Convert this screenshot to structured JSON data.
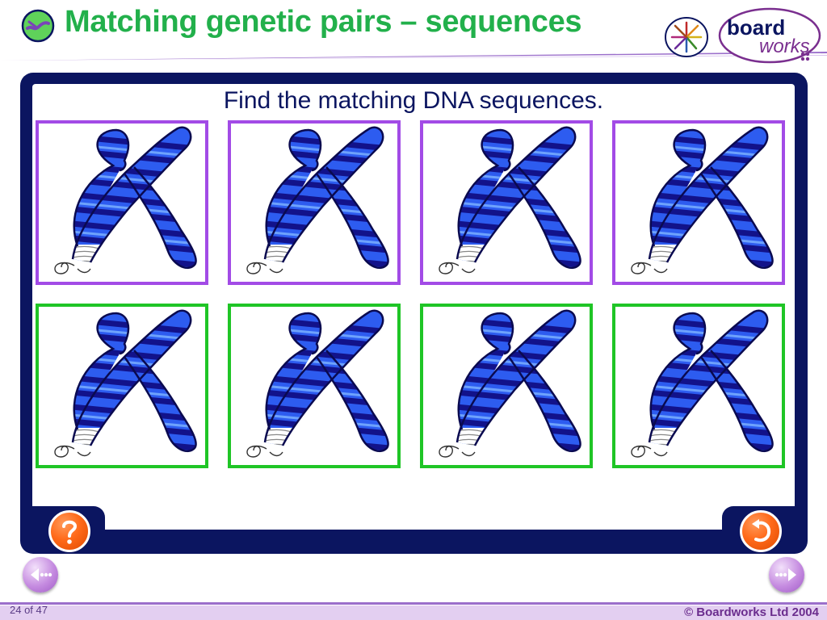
{
  "header": {
    "title": "Matching genetic pairs – sequences",
    "logo_word_1": "board",
    "logo_word_2": "works"
  },
  "activity": {
    "instruction": "Find the matching DNA sequences.",
    "top_row": {
      "border_color": "#a24be6",
      "cards": 4
    },
    "bottom_row": {
      "border_color": "#1fc526",
      "cards": 4
    },
    "help_icon": "question-mark-icon",
    "reset_icon": "reset-arrow-icon"
  },
  "navigation": {
    "previous_icon": "prev-slide-icon",
    "next_icon": "next-slide-icon"
  },
  "footer": {
    "page": "24 of 47",
    "copyright": "© Boardworks Ltd 2004"
  },
  "colors": {
    "title_green": "#22b04b",
    "panel_navy": "#0b1560",
    "chromosome_blue": "#2d5cf0",
    "chromosome_dark": "#14148f",
    "button_orange": "#ff6a1a",
    "nav_purple": "#b87ad9"
  }
}
